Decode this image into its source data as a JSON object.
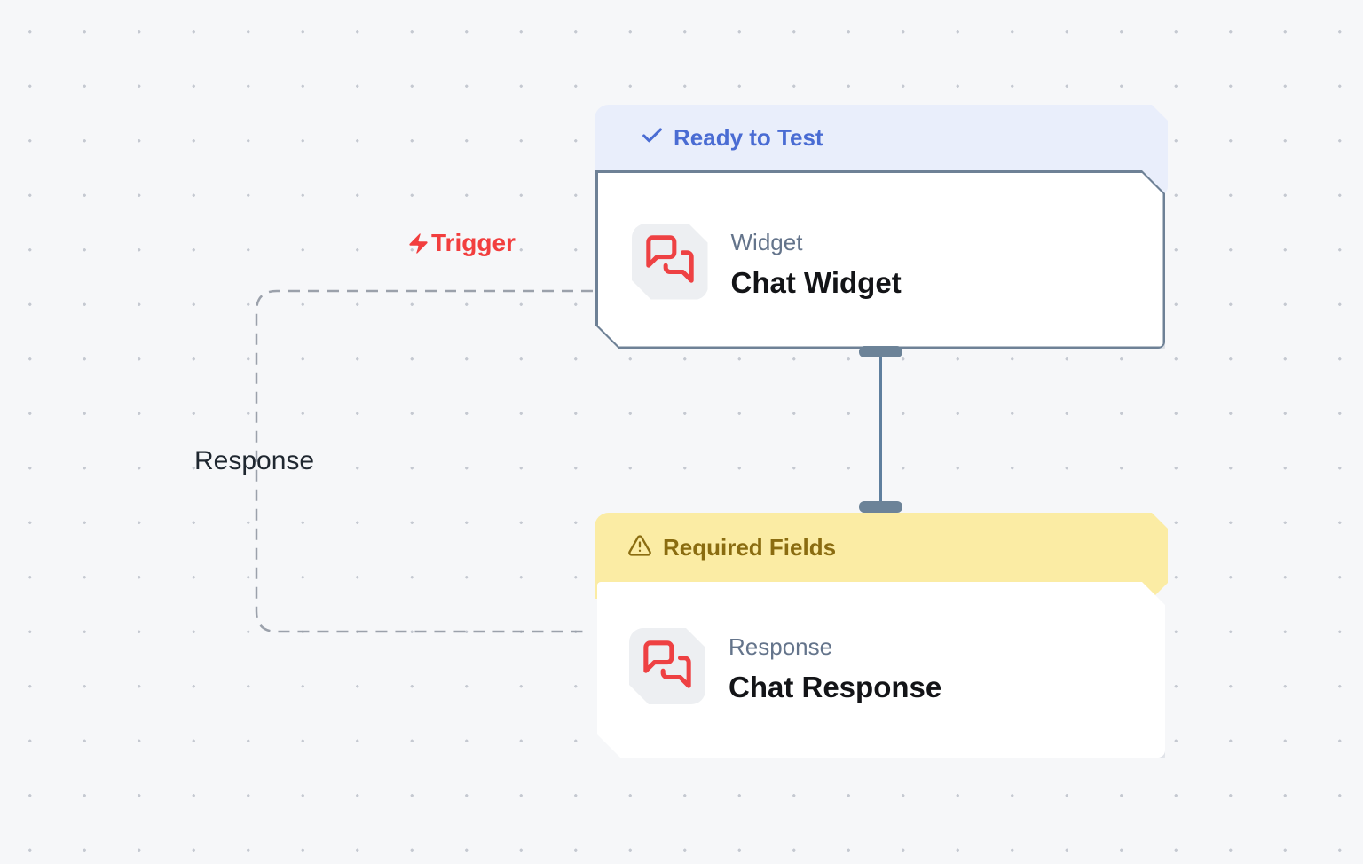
{
  "canvas": {
    "background_color": "#f6f7f9",
    "dot_color": "#c5c9d1"
  },
  "edges": {
    "trigger": {
      "label": "Trigger",
      "icon": "lightning-bolt-icon",
      "color": "#f23e3e",
      "style": "dashed"
    },
    "response": {
      "label": "Response",
      "color": "#1f2730",
      "style": "dashed",
      "dash_color": "#9ba1ab"
    },
    "connector": {
      "line_color": "#5f7f9e",
      "handle_color": "#6c8398"
    }
  },
  "nodes": [
    {
      "id": "chat-widget",
      "status": {
        "label": "Ready to Test",
        "icon": "check-icon",
        "text_color": "#4a6cd3",
        "background": "#e9eefb"
      },
      "type_label": "Widget",
      "title": "Chat Widget",
      "icon": "chat-bubbles-icon",
      "icon_color": "#ee4143",
      "border_color": "#6e8196"
    },
    {
      "id": "chat-response",
      "status": {
        "label": "Required Fields",
        "icon": "warning-triangle-icon",
        "text_color": "#8a6c10",
        "background": "#fbeca4"
      },
      "type_label": "Response",
      "title": "Chat Response",
      "icon": "chat-bubbles-icon",
      "icon_color": "#ee4143"
    }
  ]
}
